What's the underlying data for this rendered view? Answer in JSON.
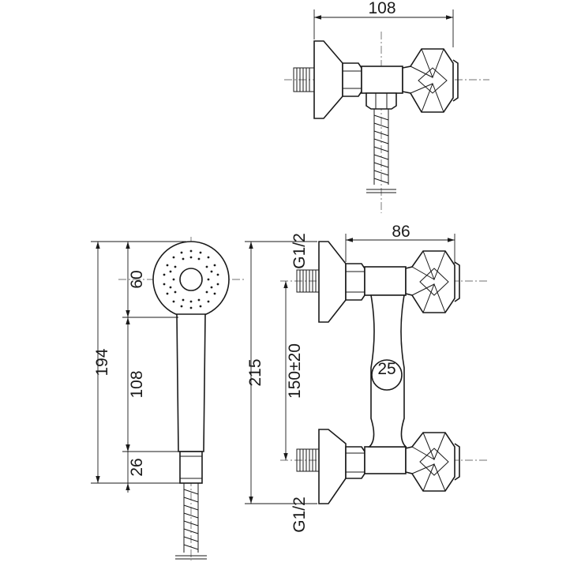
{
  "dimensions": {
    "top_width": "108",
    "front_width": "86",
    "thread_top": "G1/2",
    "thread_bottom": "G1/2",
    "head_diameter": "60",
    "handle_length": "108",
    "neck_length": "26",
    "shower_total": "194",
    "mixer_total": "215",
    "center_distance": "150±20",
    "outlet_diameter": "25"
  },
  "colors": {
    "line": "#1a1a1a",
    "background": "#ffffff"
  }
}
